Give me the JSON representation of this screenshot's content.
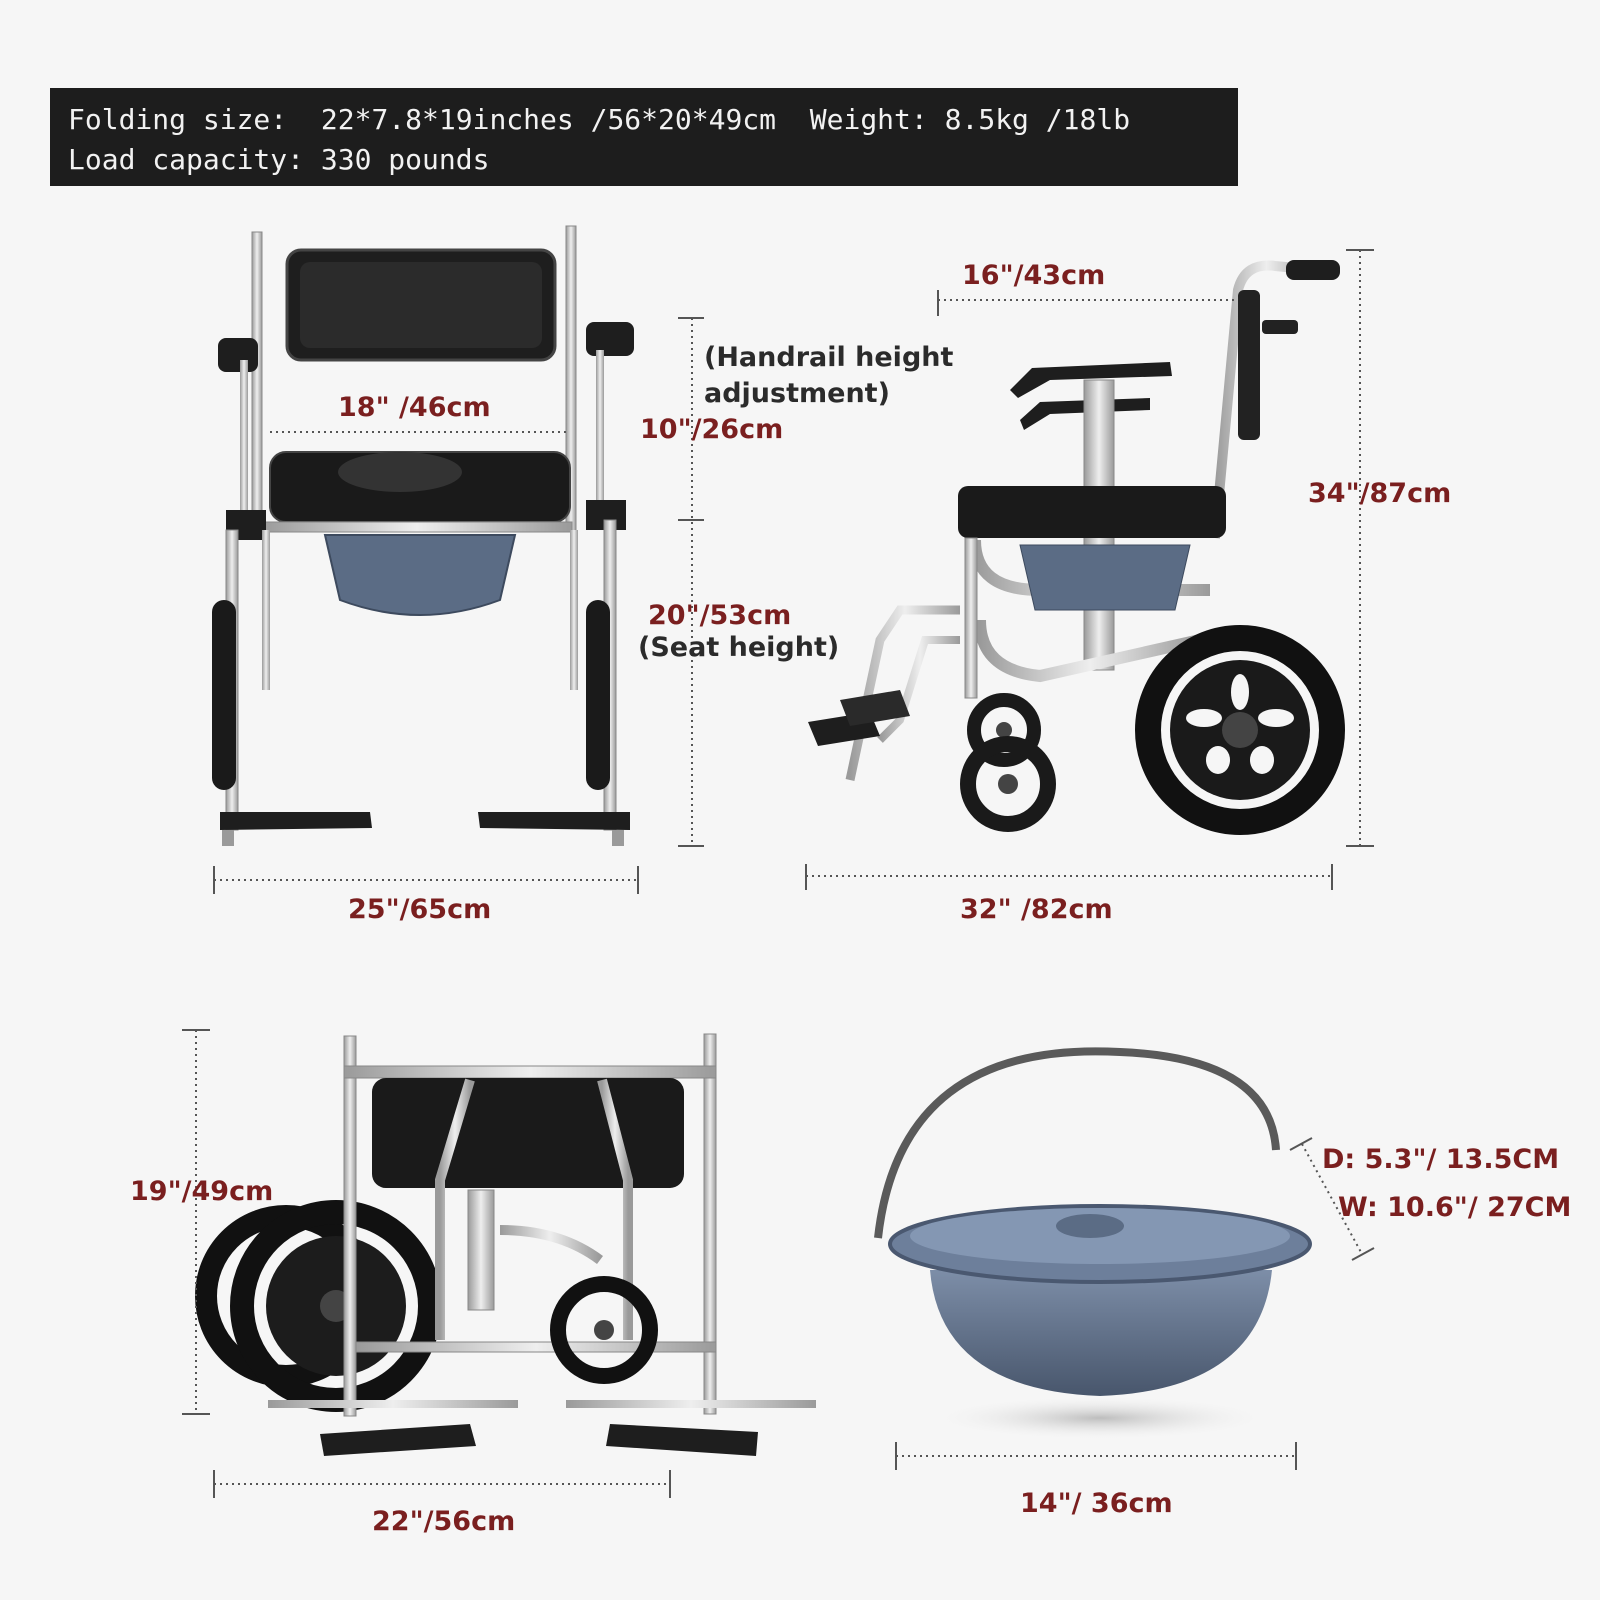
{
  "banner": {
    "folding_label": "Folding size:",
    "folding_value": "22*7.8*19inches /56*20*49cm",
    "weight_label": "Weight:",
    "weight_value": "8.5kg /18lb",
    "load_label": "Load capacity:",
    "load_value": "330 pounds"
  },
  "front_view": {
    "seat_width": "18\" /46cm",
    "handrail_adjust": "10\"/26cm",
    "handrail_note_1": "(Handrail height",
    "handrail_note_2": "adjustment)",
    "seat_height": "20\"/53cm",
    "seat_height_note": "(Seat height)",
    "overall_width": "25\"/65cm"
  },
  "side_view": {
    "seat_depth": "16\"/43cm",
    "overall_height": "34\"/87cm",
    "overall_length": "32\" /82cm"
  },
  "folded_view": {
    "height": "19\"/49cm",
    "width": "22\"/56cm"
  },
  "bucket": {
    "depth": "D: 5.3\"/ 13.5CM",
    "width": "W: 10.6\"/ 27CM",
    "diameter": "14\"/ 36cm"
  },
  "colors": {
    "dimension_text": "#7a1f1f",
    "banner_bg": "#1d1d1d",
    "frame": "#c8c8c8",
    "cushion": "#1e1e1e",
    "bucket": "#5b6c85"
  }
}
